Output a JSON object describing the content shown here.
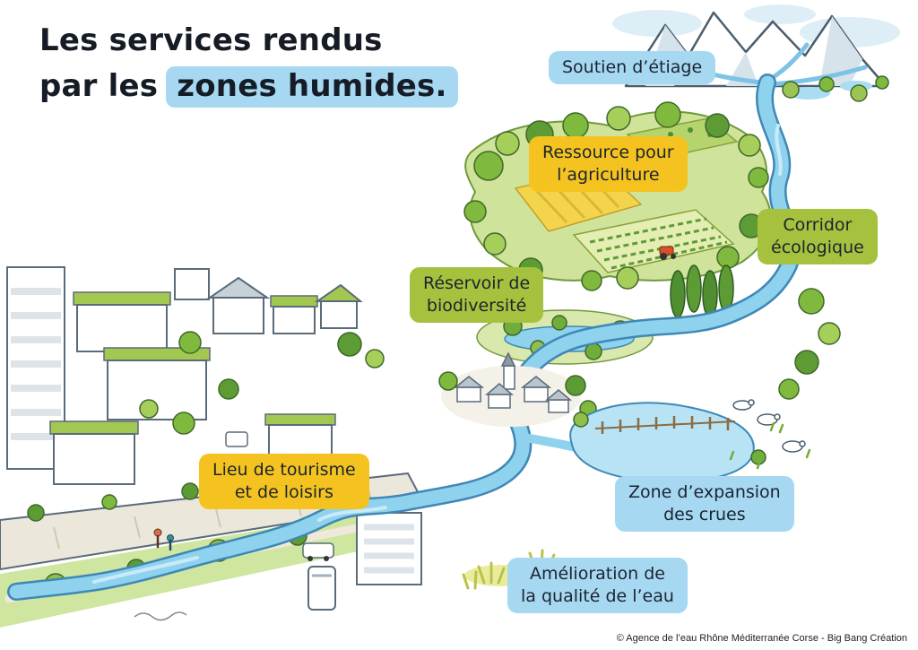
{
  "title": {
    "line1": "Les services rendus",
    "line2_prefix": "par les",
    "line2_highlight": "zones humides."
  },
  "labels": [
    {
      "id": "soutien-etiage",
      "text": "Soutien d’étiage",
      "color": "blue"
    },
    {
      "id": "ressource-agriculture",
      "text": "Ressource pour\nl’agriculture",
      "color": "yellow"
    },
    {
      "id": "corridor-ecologique",
      "text": "Corridor\nécologique",
      "color": "green"
    },
    {
      "id": "reservoir-biodiversite",
      "text": "Réservoir de\nbiodiversité",
      "color": "green"
    },
    {
      "id": "lieu-tourisme-loisirs",
      "text": "Lieu de tourisme\net de loisirs",
      "color": "yellow"
    },
    {
      "id": "zone-expansion-crues",
      "text": "Zone d’expansion\ndes crues",
      "color": "blue"
    },
    {
      "id": "amelioration-qualite",
      "text": "Amélioration de\nla qualité de l’eau",
      "color": "blue"
    }
  ],
  "colors": {
    "label_blue": "#a7d8f2",
    "label_yellow": "#f5c31f",
    "label_green": "#a6c13d",
    "title_highlight": "#a7d8f2",
    "ink": "#1b2430",
    "river": "#8fd2ee",
    "vegetation": "#8fbf4d"
  },
  "footer": {
    "credit": "© Agence de l’eau Rhône Méditerranée Corse - Big Bang Création"
  }
}
